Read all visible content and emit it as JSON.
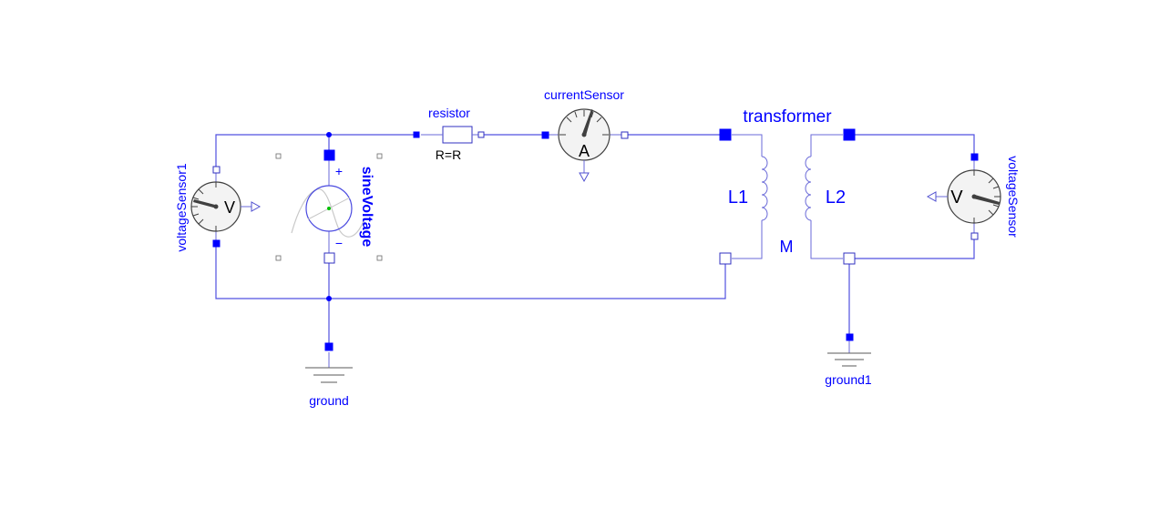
{
  "diagram": {
    "components": {
      "resistor": {
        "name": "resistor",
        "param": "R=R"
      },
      "current_sensor": {
        "name": "currentSensor",
        "unit": "A"
      },
      "transformer": {
        "name": "transformer",
        "primary": "L1",
        "secondary": "L2",
        "mutual": "M"
      },
      "voltage_sensor_1": {
        "name": "voltageSensor1",
        "unit": "V"
      },
      "voltage_sensor": {
        "name": "voltageSensor",
        "unit": "V"
      },
      "sine_voltage": {
        "name": "sineVoltage",
        "plus": "+",
        "minus": "−"
      },
      "ground": {
        "name": "ground"
      },
      "ground_1": {
        "name": "ground1"
      }
    },
    "colors": {
      "label": "#0000ff",
      "wire": "#5050e0",
      "connector_filled": "#0000ff",
      "ground_symbol": "#5a5a5a"
    }
  }
}
